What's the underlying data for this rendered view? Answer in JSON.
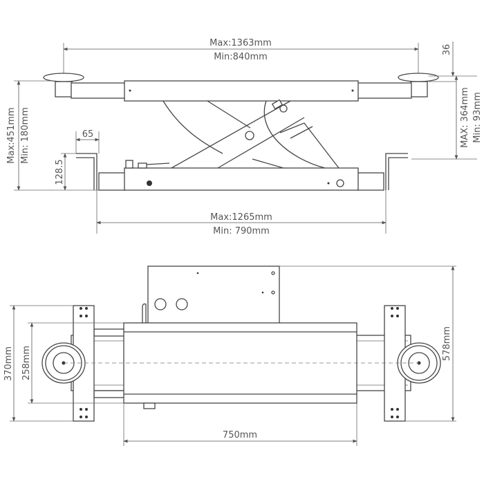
{
  "side_view": {
    "top_width_max": "Max:1363mm",
    "top_width_min": "Min:840mm",
    "pad_height": "36",
    "lift_max": "MAX: 364mm",
    "lift_min": "Min: 93mm",
    "height_max": "Max:451mm",
    "height_min": "Min: 180mm",
    "bracket_width": "65",
    "bracket_height": "128.5",
    "base_width_max": "Max:1265mm",
    "base_width_min": "Min: 790mm"
  },
  "top_view": {
    "overall_depth": "578mm",
    "bracket_length": "370mm",
    "body_width": "258mm",
    "body_length": "750mm"
  }
}
